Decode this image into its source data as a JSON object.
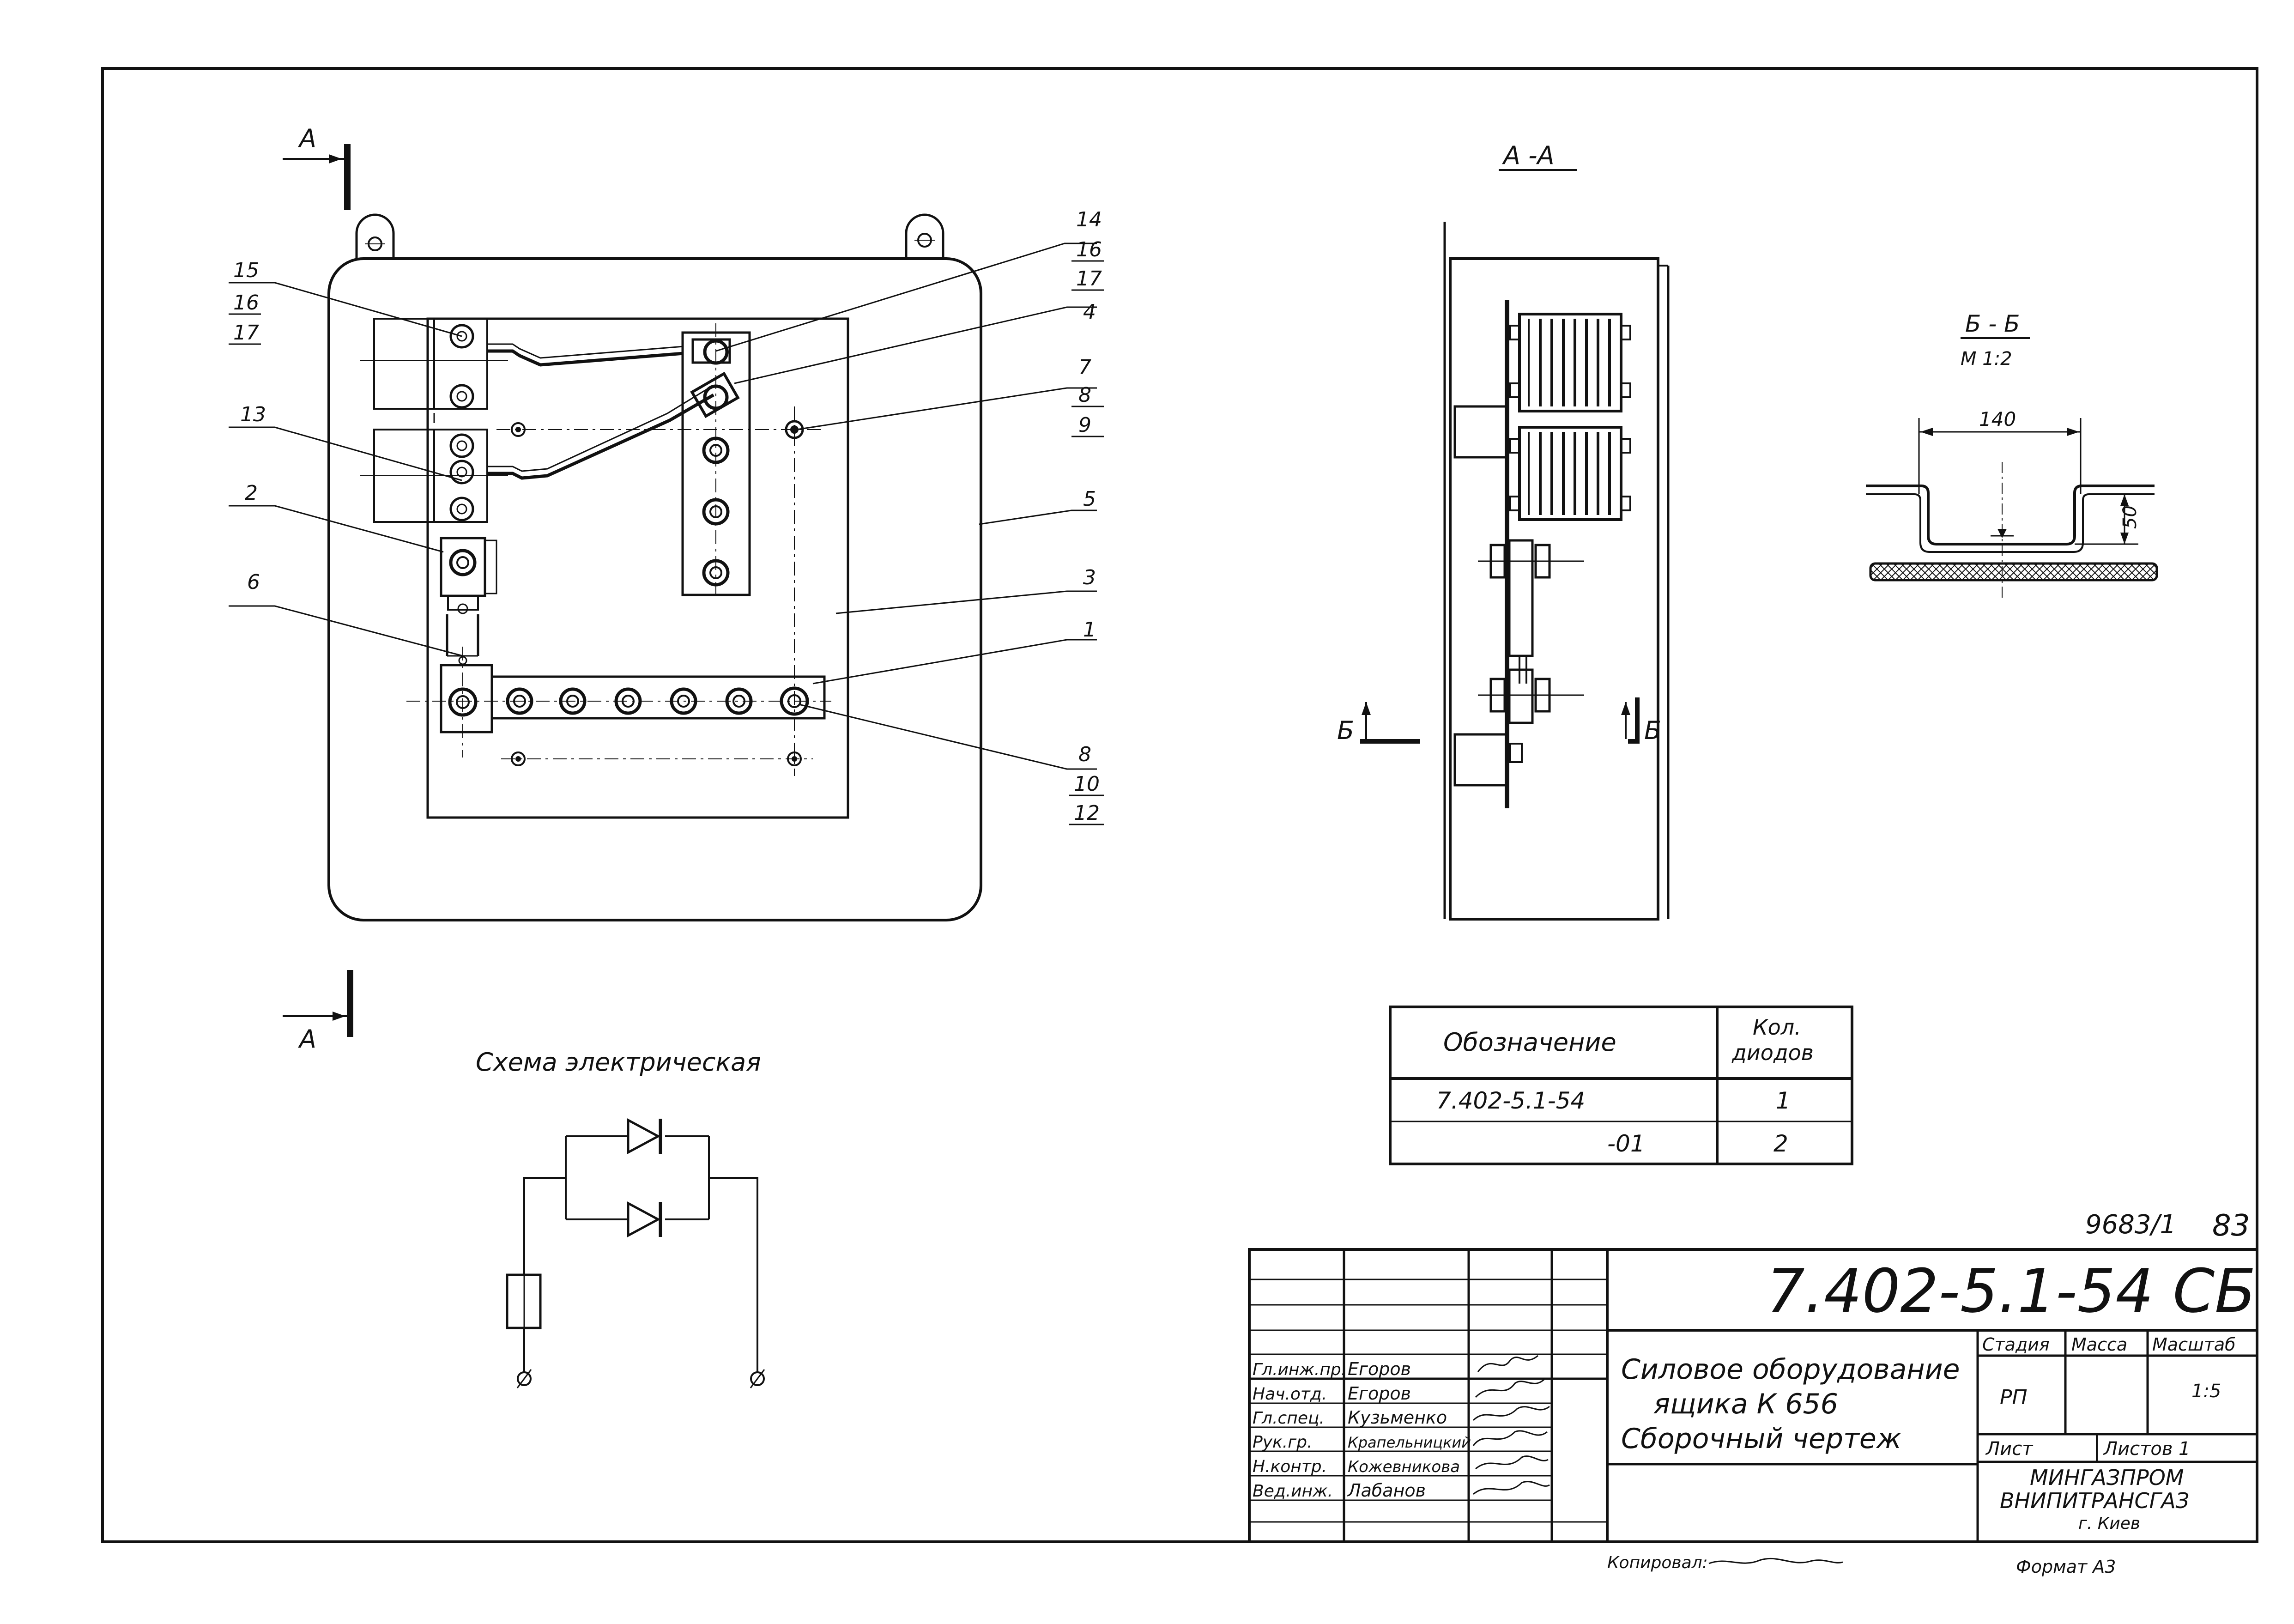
{
  "section_markers": {
    "a_top": "А",
    "a_bottom": "А",
    "aa_title": "А -А",
    "b_left": "Б",
    "b_right": "Б",
    "bb_title": "Б - Б",
    "bb_scale": "М 1:2",
    "dim_140": "140",
    "dim_50": "50"
  },
  "callouts": {
    "c15": "15",
    "c16a": "16",
    "c17a": "17",
    "c13": "13",
    "c2": "2",
    "c6": "6",
    "c14": "14",
    "c16b": "16",
    "c17b": "17",
    "c4": "4",
    "c7": "7",
    "c8a": "8",
    "c9": "9",
    "c5": "5",
    "c3": "3",
    "c1": "1",
    "c8b": "8",
    "c10": "10",
    "c12": "12"
  },
  "schema_title": "Схема электрическая",
  "variants_table": {
    "headers": [
      "Обозначение",
      "Кол.",
      "диодов"
    ],
    "rows": [
      {
        "designation": "7.402-5.1-54",
        "count": "1"
      },
      {
        "designation": "-01",
        "count": "2"
      }
    ]
  },
  "inventory_number": "9683/1",
  "sheet_page": "83",
  "title_block": {
    "doc_code": "7.402-5.1-54 СБ",
    "title_line1": "Силовое оборудование",
    "title_line2": "ящика К 656",
    "title_line3": "Сборочный чертеж",
    "stage_label": "Стадия",
    "mass_label": "Масса",
    "scale_label": "Масштаб",
    "stage_value": "РП",
    "scale_value": "1:5",
    "sheet_label": "Лист",
    "sheets_label": "Листов 1",
    "org_line1": "МИНГАЗПРОМ",
    "org_line2": "ВНИПИТРАНСГАЗ",
    "org_line3": "г. Киев",
    "signers": [
      {
        "role": "Гл.инж.пр.",
        "name": "Егоров"
      },
      {
        "role": "Нач.отд.",
        "name": "Егоров"
      },
      {
        "role": "Гл.спец.",
        "name": "Кузьменко"
      },
      {
        "role": "Рук.гр.",
        "name": "Крапельницкий"
      },
      {
        "role": "Н.контр.",
        "name": "Кожевникова"
      },
      {
        "role": "Вед.инж.",
        "name": "Лабанов"
      }
    ]
  },
  "copied_by": "Копировал:",
  "format": "Формат А3"
}
